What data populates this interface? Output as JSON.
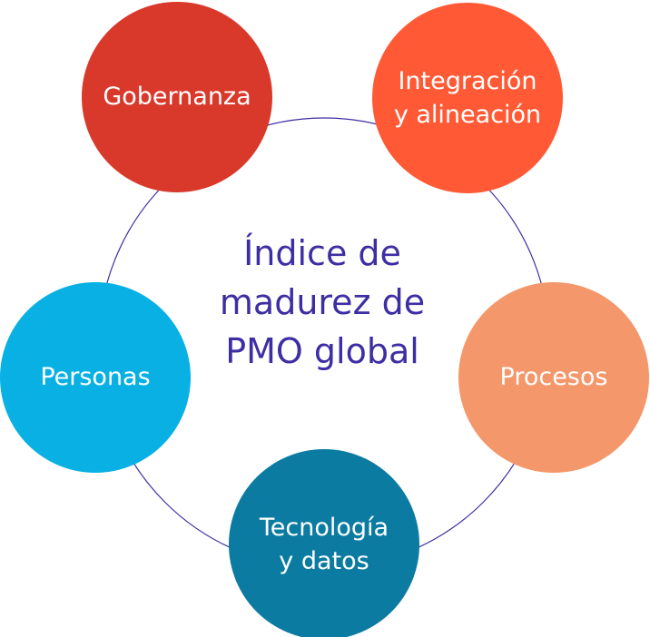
{
  "diagram": {
    "center_title_lines": [
      "Índice de",
      "madurez de",
      "PMO global"
    ],
    "ring_color": "#3d2ea3",
    "nodes": [
      {
        "lines": [
          "Gobernanza"
        ],
        "color": "#d9392b"
      },
      {
        "lines": [
          "Integración",
          "y alineación"
        ],
        "color": "#ff5a35"
      },
      {
        "lines": [
          "Procesos"
        ],
        "color": "#f4976b"
      },
      {
        "lines": [
          "Tecnología",
          "y datos"
        ],
        "color": "#0b7ba1"
      },
      {
        "lines": [
          "Personas"
        ],
        "color": "#08b0e3"
      }
    ]
  }
}
